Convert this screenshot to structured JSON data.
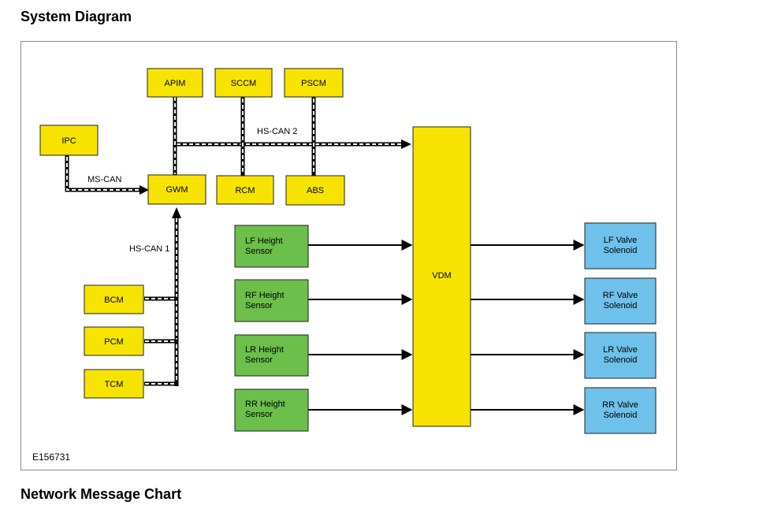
{
  "headings": {
    "system_diagram": "System Diagram",
    "network_message_chart": "Network Message Chart"
  },
  "figure_id": "E156731",
  "bus_labels": {
    "hs_can_2": "HS-CAN 2",
    "ms_can": "MS-CAN",
    "hs_can_1": "HS-CAN 1"
  },
  "modules": {
    "ipc": "IPC",
    "apim": "APIM",
    "sccm": "SCCM",
    "pscm": "PSCM",
    "gwm": "GWM",
    "rcm": "RCM",
    "abs": "ABS",
    "bcm": "BCM",
    "pcm": "PCM",
    "tcm": "TCM",
    "vdm": "VDM"
  },
  "sensors": [
    [
      "LF Height",
      "Sensor"
    ],
    [
      "RF Height",
      "Sensor"
    ],
    [
      "LR Height",
      "Sensor"
    ],
    [
      "RR Height",
      "Sensor"
    ]
  ],
  "solenoids": [
    [
      "LF Valve",
      "Solenoid"
    ],
    [
      "RF Valve",
      "Solenoid"
    ],
    [
      "LR Valve",
      "Solenoid"
    ],
    [
      "RR Valve",
      "Solenoid"
    ]
  ],
  "colors": {
    "module_fill": "#f6e400",
    "sensor_fill": "#6cbf4a",
    "solenoid_fill": "#6ec1ea"
  }
}
